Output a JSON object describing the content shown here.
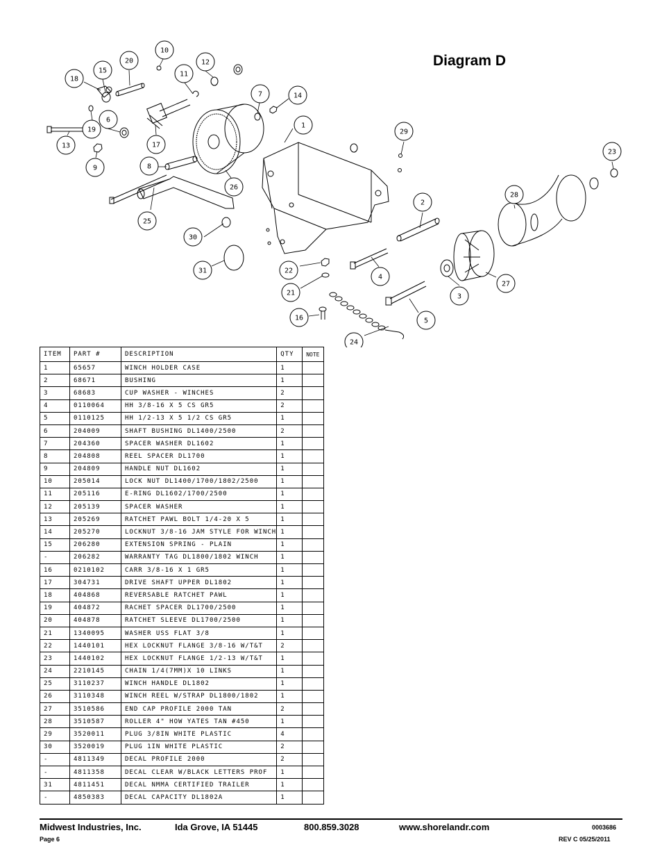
{
  "title": "Diagram D",
  "callouts": [
    "10",
    "20",
    "15",
    "18",
    "12",
    "11",
    "7",
    "14",
    "6",
    "19",
    "13",
    "17",
    "9",
    "8",
    "1",
    "29",
    "23",
    "26",
    "2",
    "28",
    "25",
    "30",
    "31",
    "22",
    "4",
    "21",
    "3",
    "27",
    "16",
    "5",
    "24"
  ],
  "table": {
    "headers": [
      "ITEM",
      "PART #",
      "DESCRIPTION",
      "QTY",
      "NOTE"
    ],
    "rows": [
      [
        "1",
        "65657",
        "WINCH HOLDER CASE",
        "1",
        ""
      ],
      [
        "2",
        "68671",
        "BUSHING",
        "1",
        ""
      ],
      [
        "3",
        "68683",
        "CUP WASHER - WINCHES",
        "2",
        ""
      ],
      [
        "4",
        "0110064",
        "HH 3/8-16 X 5 CS GR5",
        "2",
        ""
      ],
      [
        "5",
        "0110125",
        "HH 1/2-13 X 5 1/2 CS GR5",
        "1",
        ""
      ],
      [
        "6",
        "204009",
        "SHAFT BUSHING  DL1400/2500",
        "2",
        ""
      ],
      [
        "7",
        "204360",
        "SPACER WASHER  DL1602",
        "1",
        ""
      ],
      [
        "8",
        "204808",
        "REEL SPACER  DL1700",
        "1",
        ""
      ],
      [
        "9",
        "204809",
        "HANDLE NUT  DL1602",
        "1",
        ""
      ],
      [
        "10",
        "205014",
        "LOCK NUT  DL1400/1700/1802/2500",
        "1",
        ""
      ],
      [
        "11",
        "205116",
        "E-RING DL1602/1700/2500",
        "1",
        ""
      ],
      [
        "12",
        "205139",
        "SPACER WASHER",
        "1",
        ""
      ],
      [
        "13",
        "205269",
        "RATCHET PAWL BOLT 1/4-20 X 5",
        "1",
        ""
      ],
      [
        "14",
        "205270",
        "LOCKNUT 3/8-16 JAM STYLE FOR WINCH",
        "1",
        ""
      ],
      [
        "15",
        "206280",
        "EXTENSION SPRING - PLAIN",
        "1",
        ""
      ],
      [
        "-",
        "206282",
        "WARRANTY TAG DL1800/1802 WINCH",
        "1",
        ""
      ],
      [
        "16",
        "0210102",
        "CARR 3/8-16 X 1 GR5",
        "1",
        ""
      ],
      [
        "17",
        "304731",
        "DRIVE SHAFT UPPER  DL1802",
        "1",
        ""
      ],
      [
        "18",
        "404868",
        "REVERSABLE RATCHET PAWL",
        "1",
        ""
      ],
      [
        "19",
        "404872",
        "RACHET SPACER  DL1700/2500",
        "1",
        ""
      ],
      [
        "20",
        "404878",
        "RATCHET SLEEVE  DL1700/2500",
        "1",
        ""
      ],
      [
        "21",
        "1340095",
        "WASHER USS FLAT 3/8",
        "1",
        ""
      ],
      [
        "22",
        "1440101",
        "HEX LOCKNUT FLANGE 3/8-16 W/T&T",
        "2",
        ""
      ],
      [
        "23",
        "1440102",
        "HEX LOCKNUT FLANGE 1/2-13 W/T&T",
        "1",
        ""
      ],
      [
        "24",
        "2210145",
        "CHAIN 1/4(7MM)X 10 LINKS",
        "1",
        ""
      ],
      [
        "25",
        "3110237",
        "WINCH HANDLE  DL1802",
        "1",
        ""
      ],
      [
        "26",
        "3110348",
        "WINCH REEL W/STRAP  DL1800/1802",
        "1",
        ""
      ],
      [
        "27",
        "3510586",
        "END CAP PROFILE 2000 TAN",
        "2",
        ""
      ],
      [
        "28",
        "3510587",
        "ROLLER 4\" HOW YATES TAN #450",
        "1",
        ""
      ],
      [
        "29",
        "3520011",
        "PLUG  3/8IN WHITE PLASTIC",
        "4",
        ""
      ],
      [
        "30",
        "3520019",
        "PLUG  1IN WHITE PLASTIC",
        "2",
        ""
      ],
      [
        "-",
        "4811349",
        "DECAL PROFILE 2000",
        "2",
        ""
      ],
      [
        "-",
        "4811358",
        "DECAL CLEAR W/BLACK LETTERS PROF",
        "1",
        ""
      ],
      [
        "31",
        "4811451",
        " DECAL NMMA CERTIFIED TRAILER",
        "1",
        ""
      ],
      [
        "-",
        "4850383",
        "DECAL CAPACITY DL1802A",
        "1",
        ""
      ]
    ]
  },
  "footer": {
    "company": "Midwest Industries, Inc.",
    "city": "Ida Grove, IA  51445",
    "phone": "800.859.3028",
    "website": "www.shorelandr.com",
    "doc_number": "0003686",
    "page": "Page 6",
    "revision": "REV C  05/25/2011"
  }
}
